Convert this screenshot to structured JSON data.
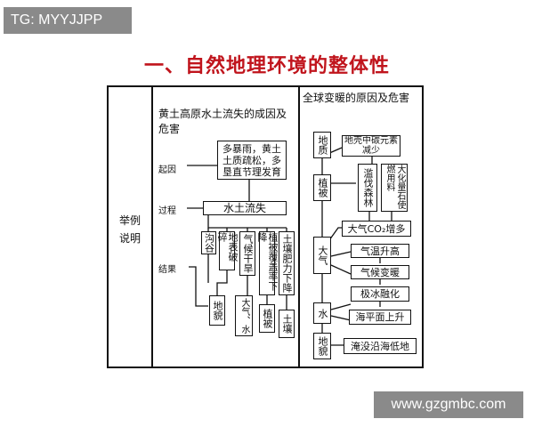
{
  "tag": "TG: MYYJJPP",
  "title": "一、自然地理环境的整体性",
  "watermark": "www.gzgmbc.com",
  "side_label": "举例\n说明",
  "left_panel": {
    "heading": "黄土高原水土流失的成因及危害",
    "row_labels": {
      "cause": "起因",
      "process": "过程",
      "result": "结果"
    },
    "cause_box": "多暴雨，黄土土质疏松，多垦直节理发育",
    "process_box": "水土流失",
    "results": [
      "沟谷",
      "地表破碎",
      "气候干旱",
      "植被覆盖率下降",
      "土壤肥力下降"
    ],
    "effects": [
      "地貌",
      "大气、水",
      "植被",
      "土壤"
    ]
  },
  "right_panel": {
    "heading": "全球变暖的原因及危害",
    "chain": [
      "地质",
      "植被",
      "大气",
      "水",
      "地貌"
    ],
    "top_box": "地壳中碳元素减少",
    "mid_boxes": [
      "滥伐森林",
      "大化量石使燃用料"
    ],
    "steps": [
      "大气CO₂增多",
      "气温升高",
      "气候变暖",
      "极冰融化",
      "海平面上升",
      "淹没沿海低地"
    ]
  }
}
